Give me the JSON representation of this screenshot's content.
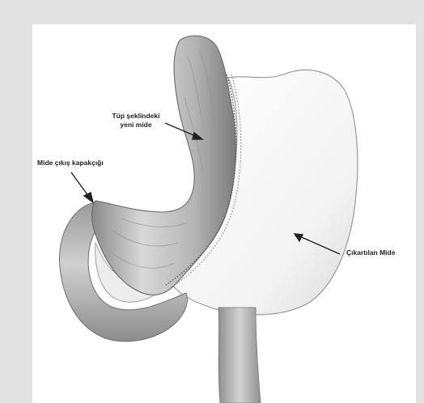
{
  "labels": {
    "new_stomach_line1": "Tüp şeklindeki",
    "new_stomach_line2": "yeni mide",
    "pylorus": "Mide çıkış kapakçığı",
    "removed_stomach": "Çıkartılan Mide"
  }
}
